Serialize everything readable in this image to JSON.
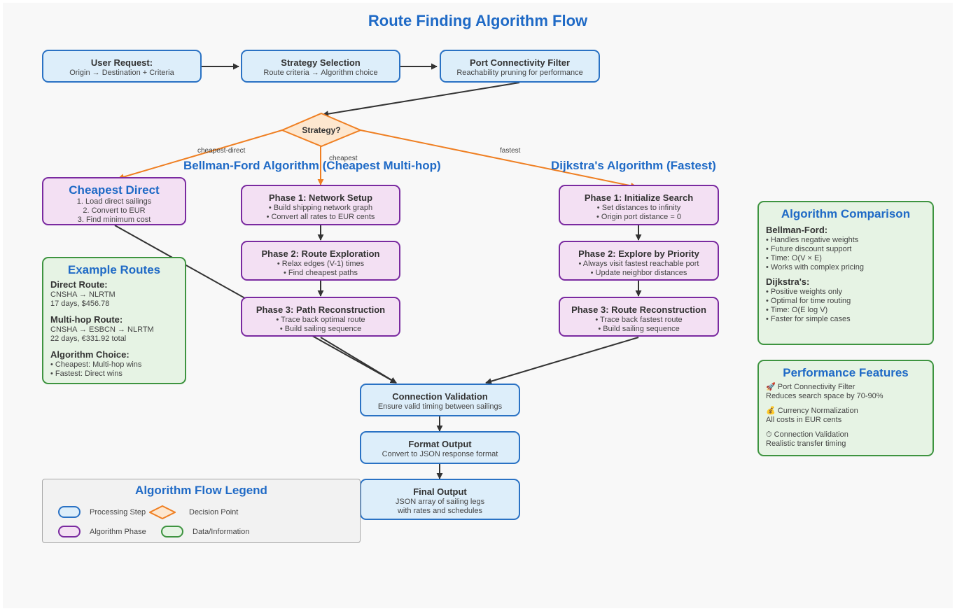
{
  "title": "Route Finding Algorithm Flow",
  "top_flow": {
    "user_request": {
      "title": "User Request:",
      "desc": "Origin → Destination + Criteria"
    },
    "strategy_selection": {
      "title": "Strategy Selection",
      "desc": "Route criteria → Algorithm choice"
    },
    "port_filter": {
      "title": "Port Connectivity Filter",
      "desc": "Reachability pruning for performance"
    }
  },
  "decision": {
    "label": "Strategy?",
    "edge_cheapest_direct": "cheapest-direct",
    "edge_cheapest": "cheapest",
    "edge_fastest": "fastest"
  },
  "cheapest_direct": {
    "title": "Cheapest Direct",
    "lines": [
      "1. Load direct sailings",
      "2. Convert to EUR",
      "3. Find minimum cost"
    ]
  },
  "bellman_ford": {
    "header": "Bellman-Ford Algorithm (Cheapest Multi-hop)",
    "phases": [
      {
        "title": "Phase 1: Network Setup",
        "lines": [
          "• Build shipping network graph",
          "• Convert all rates to EUR cents"
        ]
      },
      {
        "title": "Phase 2: Route Exploration",
        "lines": [
          "• Relax edges (V-1) times",
          "• Find cheapest paths"
        ]
      },
      {
        "title": "Phase 3: Path Reconstruction",
        "lines": [
          "• Trace back optimal route",
          "• Build sailing sequence"
        ]
      }
    ]
  },
  "dijkstra": {
    "header": "Dijkstra's Algorithm (Fastest)",
    "phases": [
      {
        "title": "Phase 1: Initialize Search",
        "lines": [
          "• Set distances to infinity",
          "• Origin port distance = 0"
        ]
      },
      {
        "title": "Phase 2: Explore by Priority",
        "lines": [
          "• Always visit fastest reachable port",
          "• Update neighbor distances"
        ]
      },
      {
        "title": "Phase 3: Route Reconstruction",
        "lines": [
          "• Trace back fastest route",
          "• Build sailing sequence"
        ]
      }
    ]
  },
  "example_routes": {
    "title": "Example Routes",
    "sections": [
      {
        "heading": "Direct Route:",
        "lines": [
          "CNSHA → NLRTM",
          "17 days, $456.78"
        ]
      },
      {
        "heading": "Multi-hop Route:",
        "lines": [
          "CNSHA → ESBCN → NLRTM",
          "22 days, €331.92 total"
        ]
      },
      {
        "heading": "Algorithm Choice:",
        "lines": [
          "• Cheapest: Multi-hop wins",
          "• Fastest: Direct wins"
        ]
      }
    ]
  },
  "comparison": {
    "title": "Algorithm Comparison",
    "sections": [
      {
        "heading": "Bellman-Ford:",
        "lines": [
          "• Handles negative weights",
          "• Future discount support",
          "• Time: O(V × E)",
          "• Works with complex pricing"
        ]
      },
      {
        "heading": "Dijkstra's:",
        "lines": [
          "• Positive weights only",
          "• Optimal for time routing",
          "• Time: O(E log V)",
          "• Faster for simple cases"
        ]
      }
    ]
  },
  "performance": {
    "title": "Performance Features",
    "items": [
      {
        "icon": "rocket-icon",
        "glyph": "🚀",
        "label": "Port Connectivity Filter",
        "desc": "Reduces search space by 70-90%"
      },
      {
        "icon": "money-bag-icon",
        "glyph": "💰",
        "label": "Currency Normalization",
        "desc": "All costs in EUR cents"
      },
      {
        "icon": "stopwatch-icon",
        "glyph": "⏱",
        "label": "Connection Validation",
        "desc": "Realistic transfer timing"
      }
    ]
  },
  "bottom_flow": {
    "connection_validation": {
      "title": "Connection Validation",
      "desc": "Ensure valid timing between sailings"
    },
    "format_output": {
      "title": "Format Output",
      "desc": "Convert to JSON response format"
    },
    "final_output": {
      "title": "Final Output",
      "lines": [
        "JSON array of sailing legs",
        "with rates and schedules"
      ]
    }
  },
  "legend": {
    "title": "Algorithm Flow Legend",
    "processing_step": "Processing Step",
    "decision_point": "Decision Point",
    "algorithm_phase": "Algorithm Phase",
    "data_information": "Data/Information"
  },
  "colors": {
    "process_fill": "#ddeefa",
    "process_stroke": "#2a72c4",
    "phase_fill": "#f3e0f3",
    "phase_stroke": "#7a2aa0",
    "data_fill": "#e6f3e4",
    "data_stroke": "#3e9440",
    "decision_fill": "#fde7cf",
    "decision_stroke": "#ef7f22",
    "title_blue": "#1f6ac6"
  }
}
